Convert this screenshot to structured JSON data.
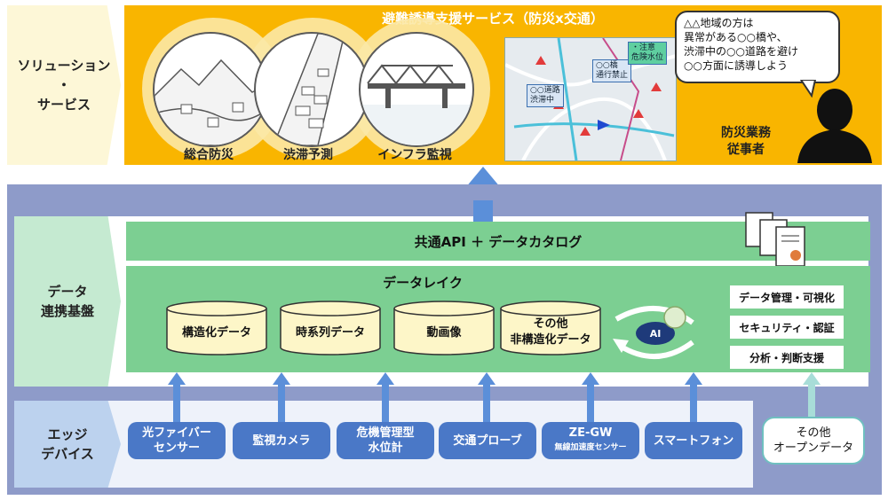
{
  "services": {
    "layer_label": "ソリューション\n・\nサービス",
    "title": "避難誘導支援サービス（防災x交通）",
    "items": [
      {
        "label": "総合防災"
      },
      {
        "label": "渋滞予測"
      },
      {
        "label": "インフラ監視"
      }
    ],
    "map": {
      "tag_road": "○○道路\n渋滞中",
      "tag_bridge": "○○橋\n通行禁止",
      "tag_notice": "・注意\n危険水位"
    },
    "speech": "△△地域の方は\n異常がある○○橋や、\n渋滞中の○○道路を避け\n○○方面に誘導しよう",
    "staff_label": "防災業務\n従事者"
  },
  "platform": {
    "layer_label": "データ\n連携基盤",
    "api_bar": "共通API ＋ データカタログ",
    "lake_title": "データレイク",
    "stores": [
      {
        "label": "構造化データ"
      },
      {
        "label": "時系列データ"
      },
      {
        "label": "動画像"
      },
      {
        "label": "その他\n非構造化データ"
      }
    ],
    "ai_badge": "AI",
    "management": [
      {
        "label": "データ管理・可視化"
      },
      {
        "label": "セキュリティ・認証"
      },
      {
        "label": "分析・判断支援"
      }
    ]
  },
  "edge": {
    "layer_label": "エッジ\nデバイス",
    "devices": [
      {
        "label": "光ファイバー\nセンサー"
      },
      {
        "label": "監視カメラ"
      },
      {
        "label": "危機管理型\n水位計"
      },
      {
        "label": "交通プローブ"
      },
      {
        "label": "ZE-GW",
        "sub": "無線加速度センサー"
      },
      {
        "label": "スマートフォン"
      }
    ],
    "open_data": "その他\nオープンデータ"
  },
  "colors": {
    "service_band": "#f9b500",
    "platform_frame": "#8e9bc9",
    "lake_green": "#7ccf92",
    "device_blue": "#4a78c7",
    "arrow_blue": "#5b8fd9"
  }
}
